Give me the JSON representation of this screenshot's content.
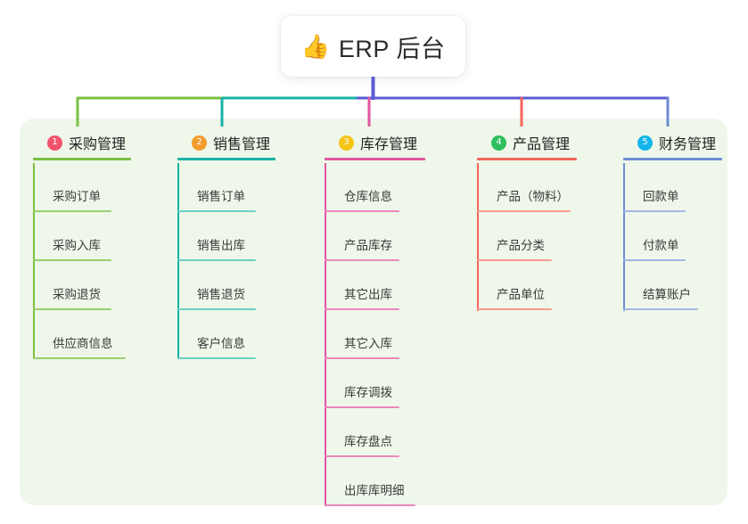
{
  "title": {
    "icon": "thumbs-up-icon",
    "icon_glyph": "👍",
    "text": "ERP 后台"
  },
  "colors": {
    "panel_bg": "#EEF7E9",
    "card_bg": "#FFFFFF",
    "trunk": "#5B5BD6",
    "col1": "#7AC143",
    "col2": "#17B3A3",
    "col3": "#E255A1",
    "col4": "#F4655B",
    "col5": "#6C8CD5",
    "badge1": "#F2536B",
    "badge2": "#F39C2D",
    "badge3": "#F5C518",
    "badge4": "#2FBF5C",
    "badge5": "#13B5EA"
  },
  "columns": [
    {
      "number": "1",
      "title": "采购管理",
      "badge_color": "#F2536B",
      "line_color": "#7AC143",
      "items": [
        "采购订单",
        "采购入库",
        "采购退货",
        "供应商信息"
      ]
    },
    {
      "number": "2",
      "title": "销售管理",
      "badge_color": "#F39C2D",
      "line_color": "#17B3A3",
      "items": [
        "销售订单",
        "销售出库",
        "销售退货",
        "客户信息"
      ]
    },
    {
      "number": "3",
      "title": "库存管理",
      "badge_color": "#F5C518",
      "line_color": "#E255A1",
      "items": [
        "仓库信息",
        "产品库存",
        "其它出库",
        "其它入库",
        "库存调拨",
        "库存盘点",
        "出库库明细"
      ]
    },
    {
      "number": "4",
      "title": "产品管理",
      "badge_color": "#2FBF5C",
      "line_color": "#F4655B",
      "items": [
        "产品（物料）",
        "产品分类",
        "产品单位"
      ]
    },
    {
      "number": "5",
      "title": "财务管理",
      "badge_color": "#13B5EA",
      "line_color": "#6C8CD5",
      "items": [
        "回款单",
        "付款单",
        "结算账户"
      ]
    }
  ]
}
